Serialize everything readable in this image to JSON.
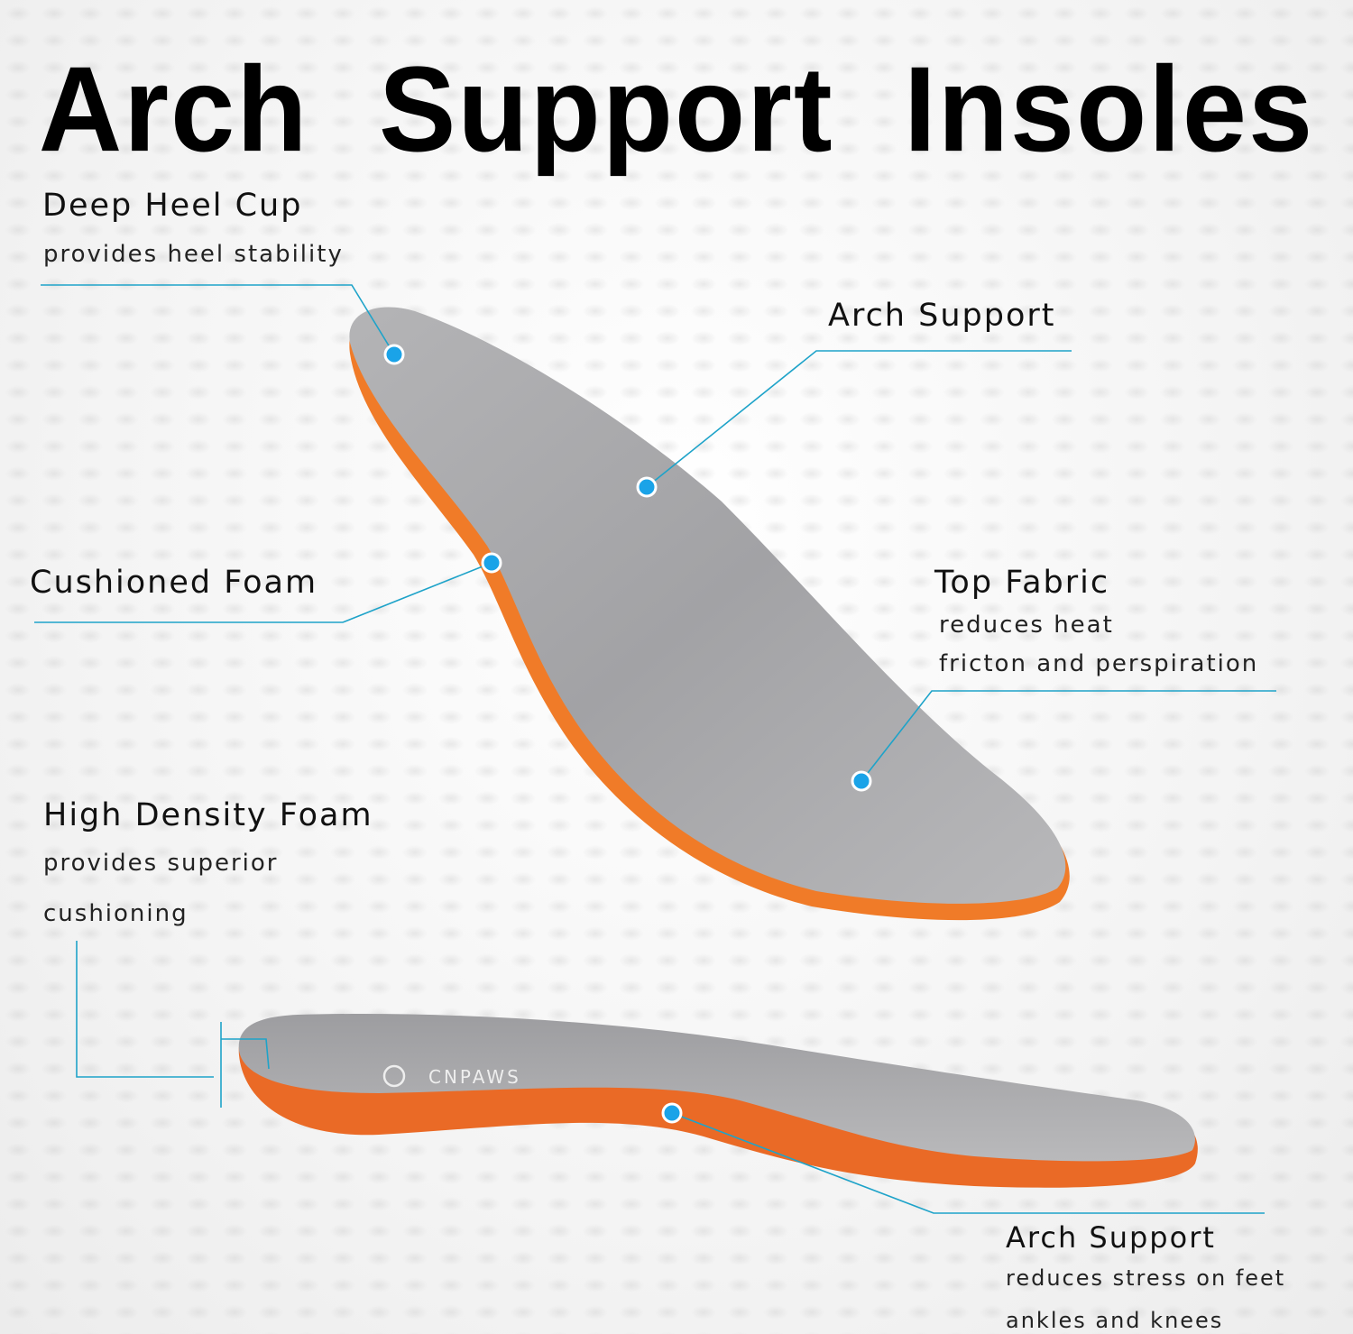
{
  "title": "Arch Support Insoles",
  "brand_logo_text": "CNPAWS",
  "callouts": {
    "heel": {
      "heading": "Deep Heel Cup",
      "desc": "provides heel stability"
    },
    "arch_top": {
      "heading": "Arch Support"
    },
    "cushion": {
      "heading": "Cushioned Foam"
    },
    "fabric": {
      "heading": "Top Fabric",
      "desc1": "reduces heat",
      "desc2": "fricton and perspiration"
    },
    "density": {
      "heading": "High Density Foam",
      "desc1": "provides superior",
      "desc2": "cushioning"
    },
    "arch_bottom": {
      "heading": "Arch Support",
      "desc1": "reduces stress on feet",
      "desc2": "ankles and knees"
    }
  },
  "colors": {
    "line": "#1ea3c9",
    "dot": "#1aa3e8",
    "fabric": "#a9a9ab",
    "foam": "#ef7a2a"
  }
}
